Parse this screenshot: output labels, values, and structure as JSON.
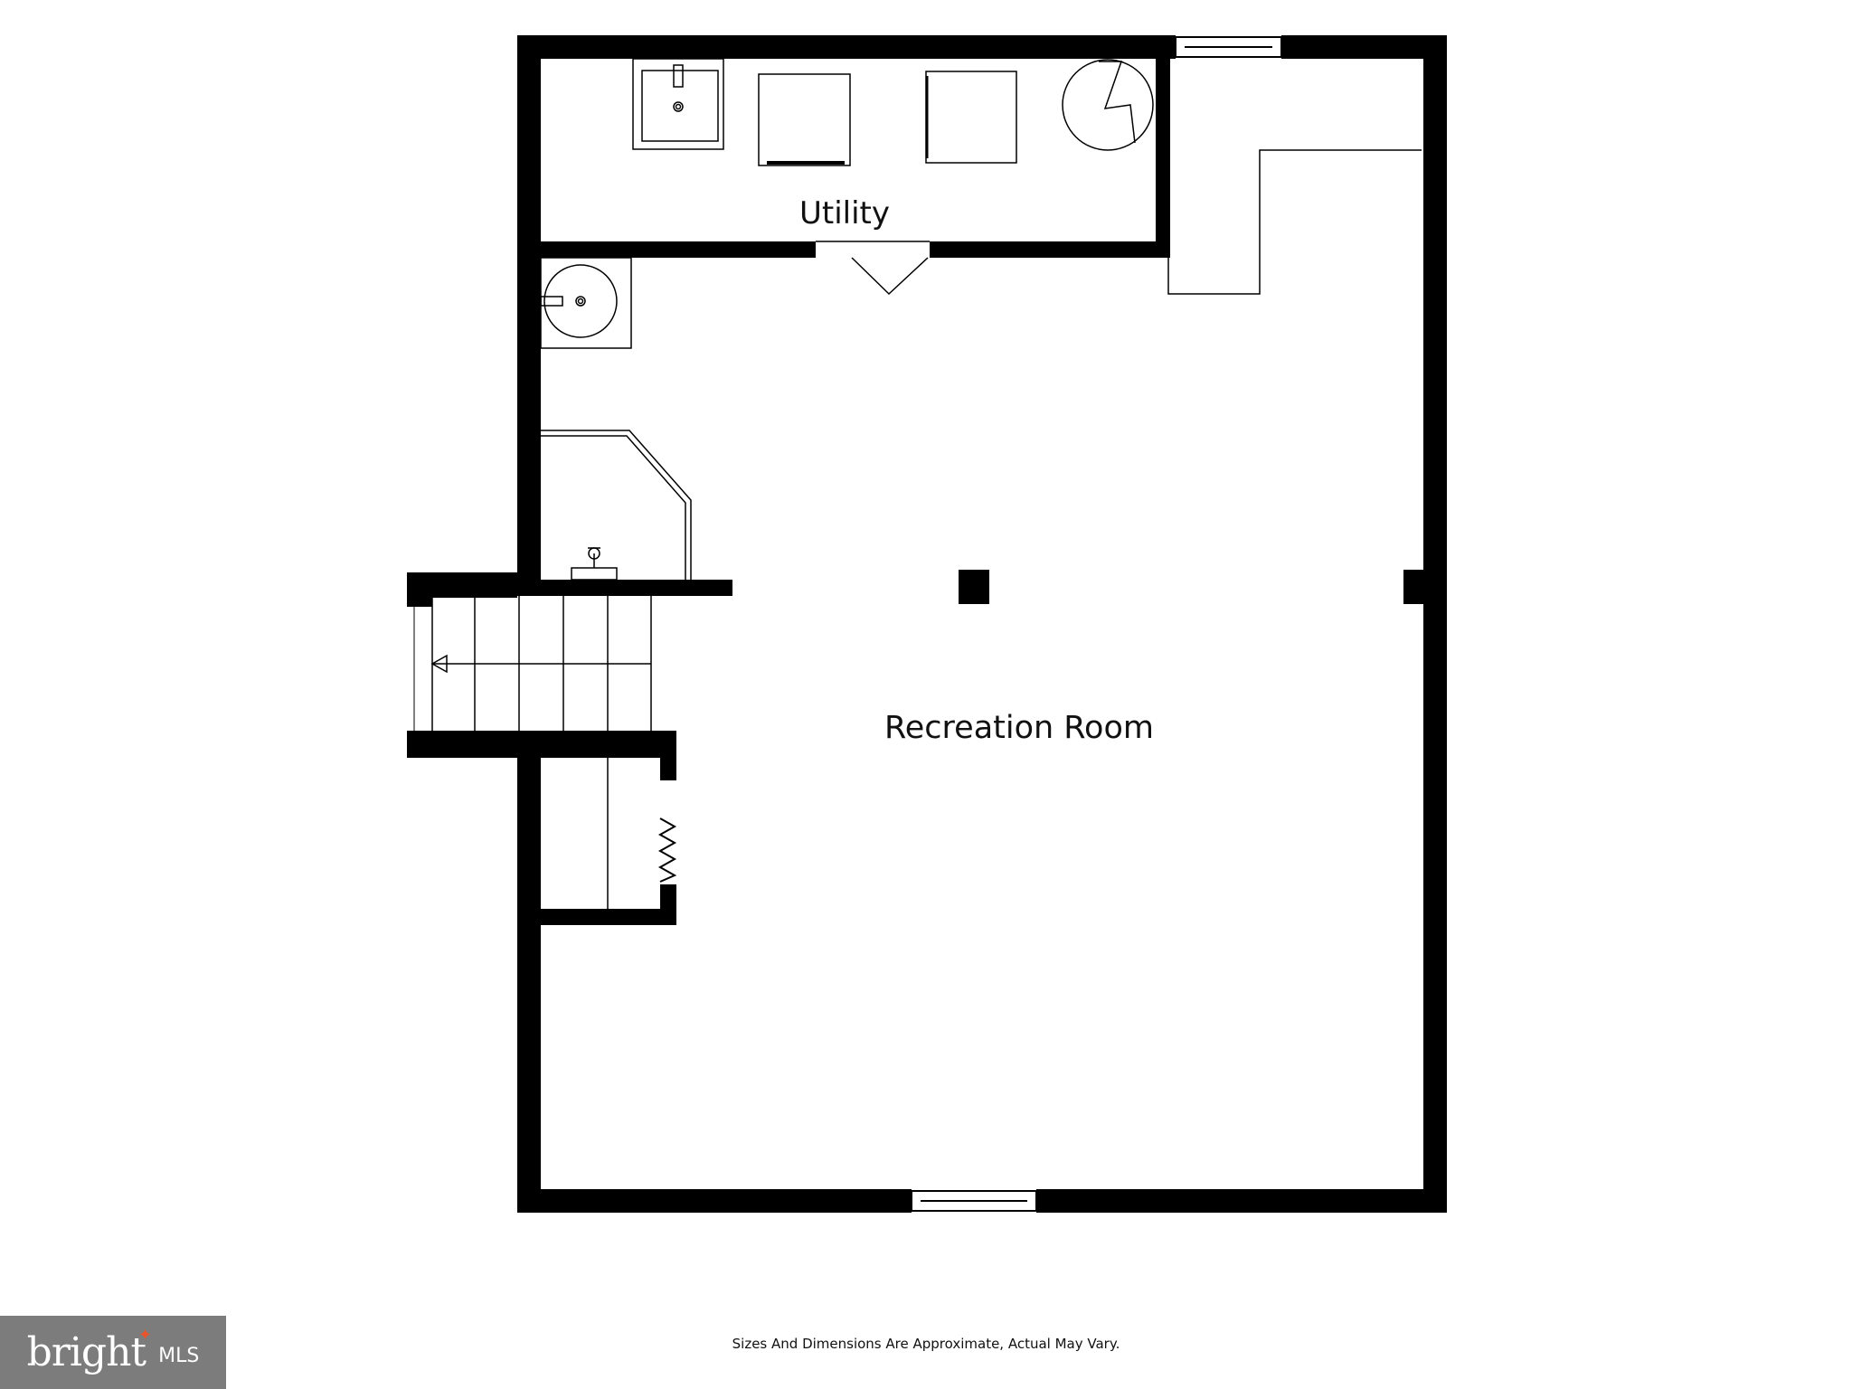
{
  "rooms": {
    "utility": "Utility",
    "recreation": "Recreation Room"
  },
  "footer": {
    "disclaimer": "Sizes And Dimensions Are Approximate, Actual May Vary."
  },
  "logo": {
    "wordmark": "bright",
    "suffix": "MLS",
    "accent_color": "#e8542c",
    "background_color": "#7c7c7c"
  },
  "colors": {
    "wall": "#000000",
    "background": "#ffffff"
  }
}
